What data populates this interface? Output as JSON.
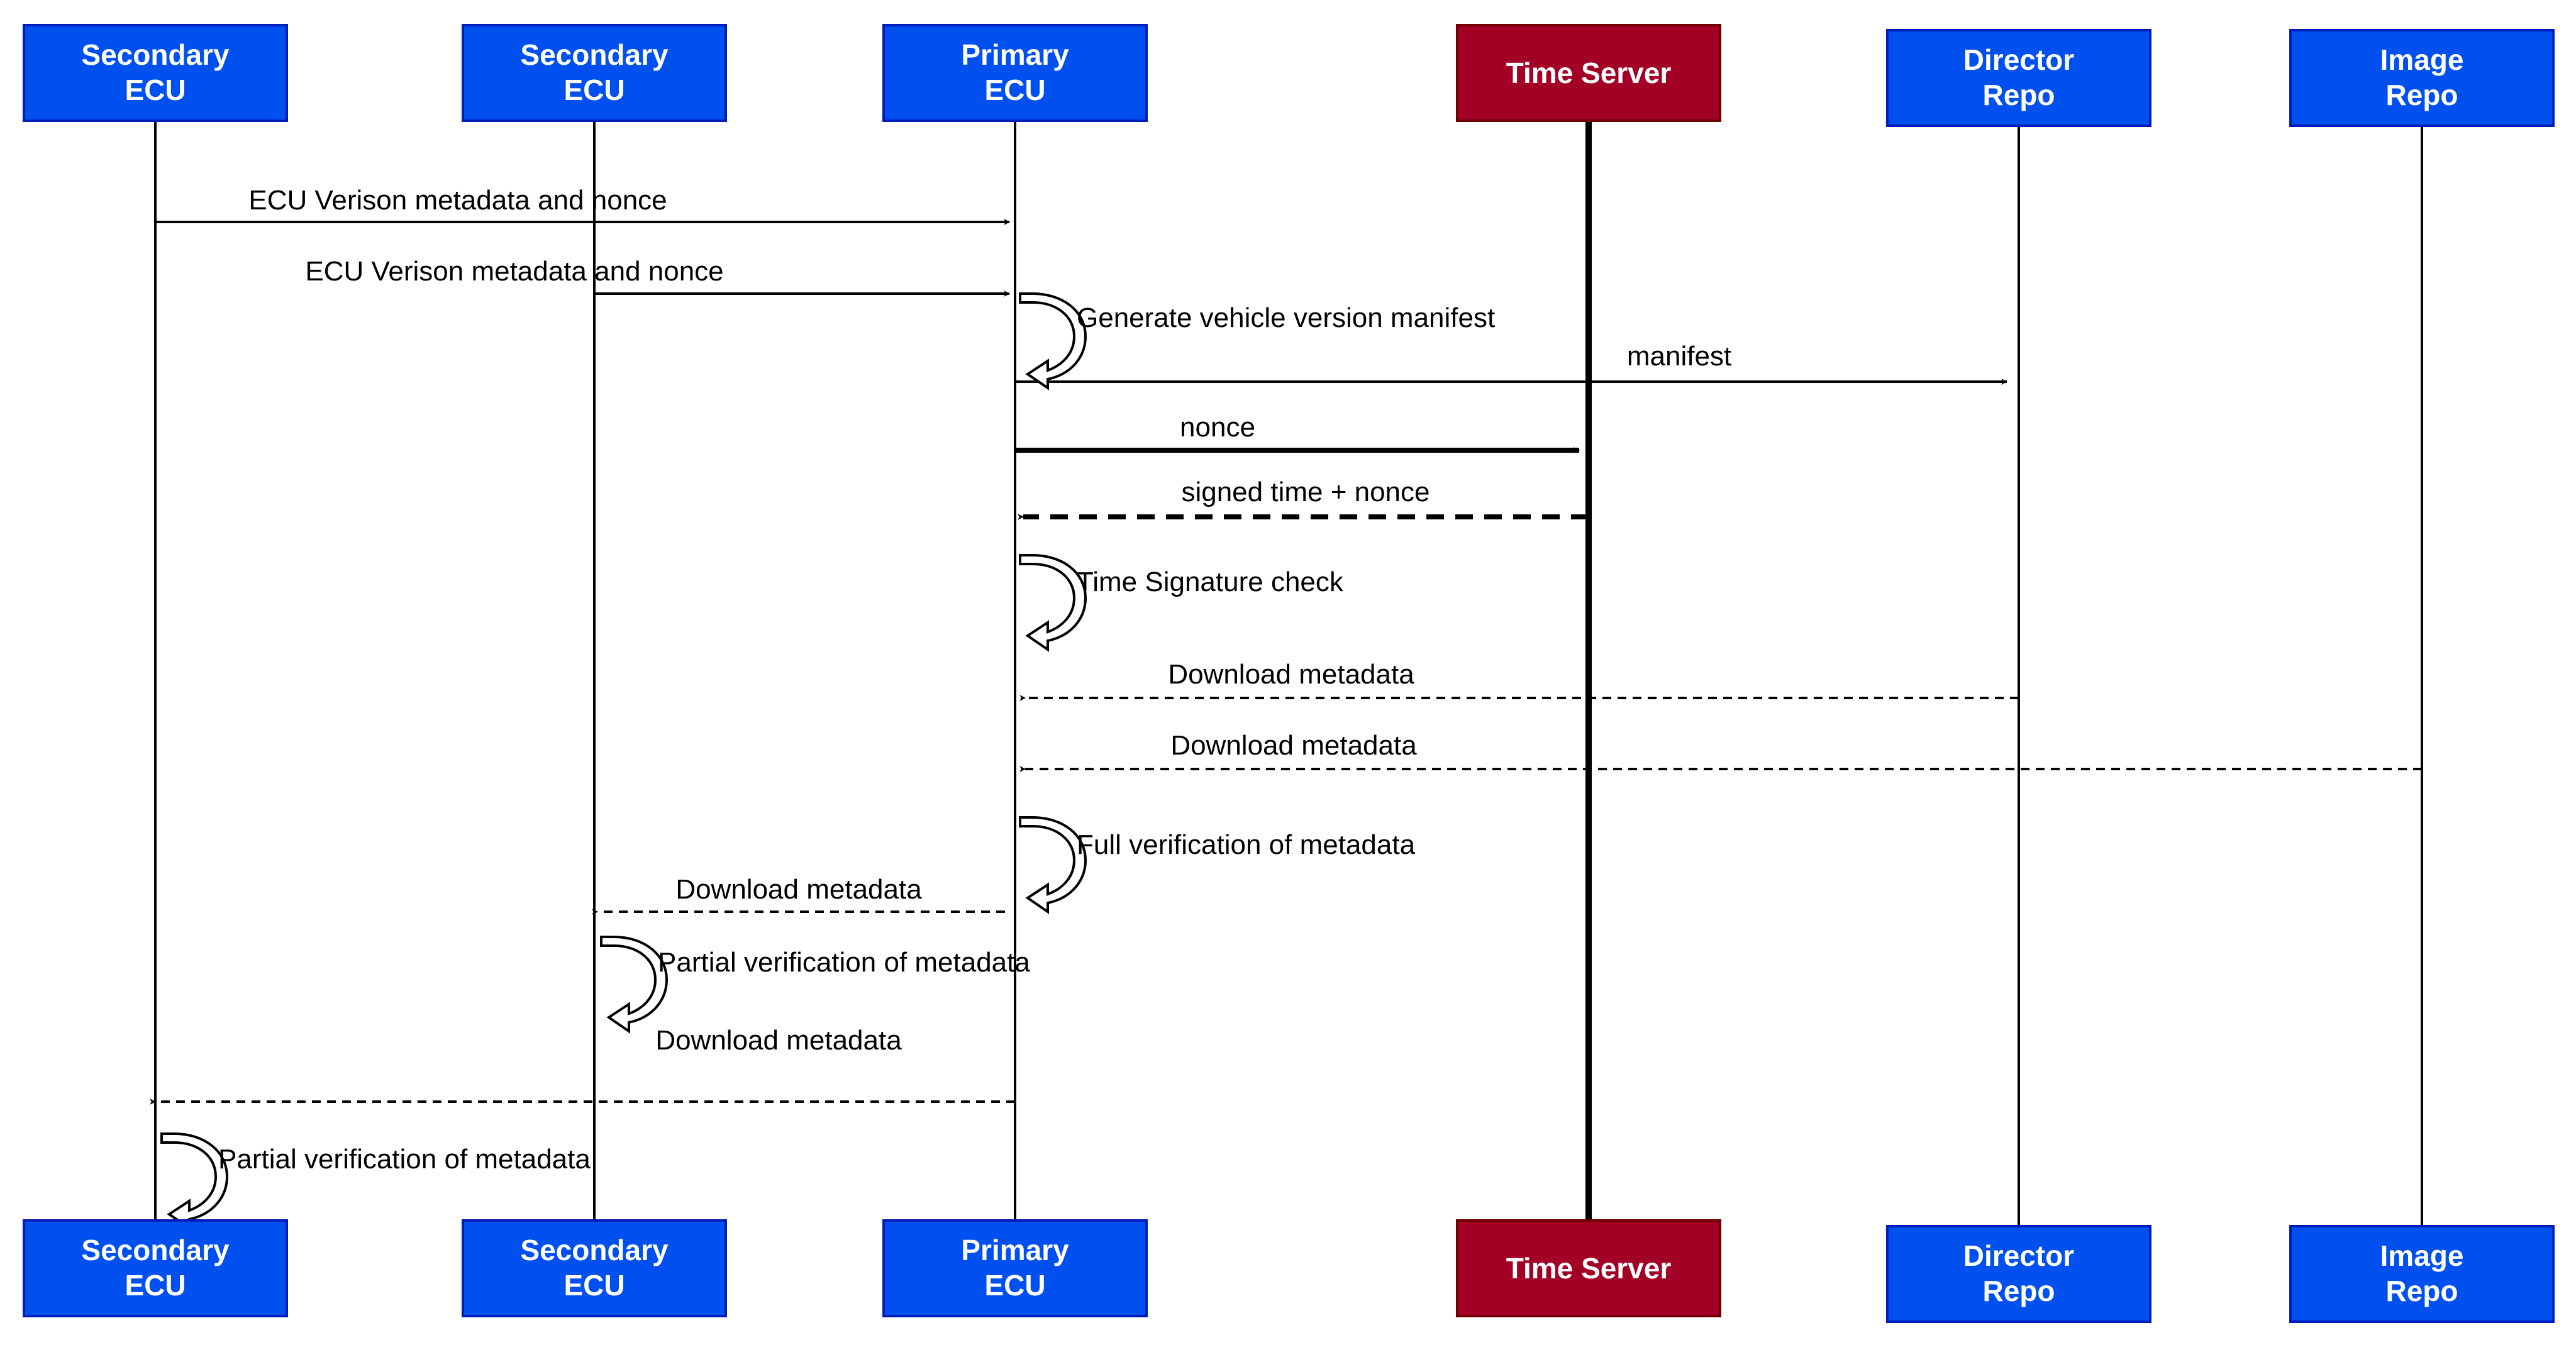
{
  "colors": {
    "ecu": "#0050EF",
    "ecu_border": "#001DBC",
    "time_server": "#A20025",
    "time_server_border": "#6F0000",
    "line": "#000000"
  },
  "participants": [
    {
      "id": "secondary-ecu-1",
      "lines": [
        "Secondary",
        "ECU"
      ],
      "kind": "ecu"
    },
    {
      "id": "secondary-ecu-2",
      "lines": [
        "Secondary",
        "ECU"
      ],
      "kind": "ecu"
    },
    {
      "id": "primary-ecu",
      "lines": [
        "Primary",
        "ECU"
      ],
      "kind": "ecu"
    },
    {
      "id": "time-server",
      "lines": [
        "Time Server"
      ],
      "kind": "time_server"
    },
    {
      "id": "director-repo",
      "lines": [
        "Director",
        "Repo"
      ],
      "kind": "ecu"
    },
    {
      "id": "image-repo",
      "lines": [
        "Image",
        "Repo"
      ],
      "kind": "ecu"
    }
  ],
  "messages": [
    {
      "label": "ECU Verison metadata and nonce",
      "from": 0,
      "to": 2,
      "style": "solid"
    },
    {
      "label": "ECU Verison metadata and nonce",
      "from": 1,
      "to": 2,
      "style": "solid"
    },
    {
      "label": "manifest",
      "from": 2,
      "to": 4,
      "style": "solid"
    },
    {
      "label": "nonce",
      "from": 2,
      "to": 3,
      "style": "bold"
    },
    {
      "label": "signed time + nonce",
      "from": 3,
      "to": 2,
      "style": "bold-dashed"
    },
    {
      "label": "Download metadata",
      "from": 4,
      "to": 2,
      "style": "dashed"
    },
    {
      "label": "Download metadata",
      "from": 5,
      "to": 2,
      "style": "dashed"
    },
    {
      "label": "Download metadata",
      "from": 2,
      "to": 1,
      "style": "dashed"
    },
    {
      "label": "Download metadata",
      "from": 2,
      "to": 0,
      "style": "dashed"
    }
  ],
  "self_actions": [
    {
      "label": "Generate vehicle version manifest",
      "on": 2
    },
    {
      "label": "Time Signature check",
      "on": 2
    },
    {
      "label": "Full verification of metadata",
      "on": 2
    },
    {
      "label": "Partial verification of metadata",
      "on": 1
    },
    {
      "label": "Partial verification of metadata",
      "on": 0
    }
  ]
}
